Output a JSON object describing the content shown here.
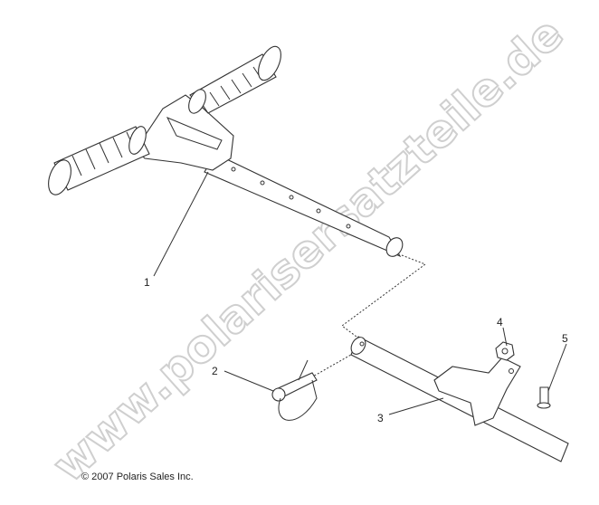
{
  "diagram": {
    "callouts": [
      {
        "id": "1",
        "label": "1"
      },
      {
        "id": "2",
        "label": "2"
      },
      {
        "id": "3",
        "label": "3"
      },
      {
        "id": "4",
        "label": "4"
      },
      {
        "id": "5",
        "label": "5"
      }
    ],
    "watermark": "www.polarisersatzteile.de",
    "copyright": "© 2007 Polaris Sales Inc."
  }
}
